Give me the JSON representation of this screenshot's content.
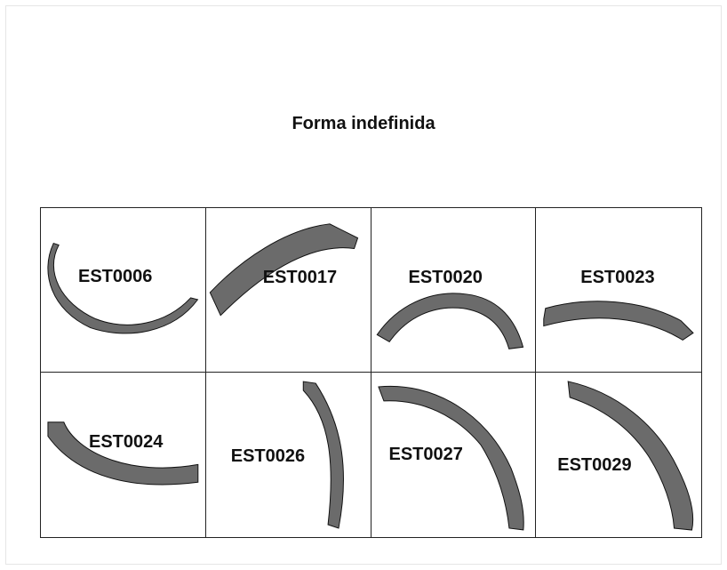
{
  "title": "Forma indefinida",
  "specimens": [
    {
      "id": "EST0006",
      "shape": "indefinite-curved-fragment"
    },
    {
      "id": "EST0017",
      "shape": "indefinite-curved-fragment"
    },
    {
      "id": "EST0020",
      "shape": "indefinite-curved-fragment"
    },
    {
      "id": "EST0023",
      "shape": "indefinite-curved-fragment"
    },
    {
      "id": "EST0024",
      "shape": "indefinite-curved-fragment"
    },
    {
      "id": "EST0026",
      "shape": "indefinite-curved-fragment"
    },
    {
      "id": "EST0027",
      "shape": "indefinite-curved-fragment"
    },
    {
      "id": "EST0029",
      "shape": "indefinite-curved-fragment"
    }
  ],
  "colors": {
    "shape_fill": "#6b6b6b",
    "shape_stroke": "#111111",
    "grid_line": "#222222"
  }
}
